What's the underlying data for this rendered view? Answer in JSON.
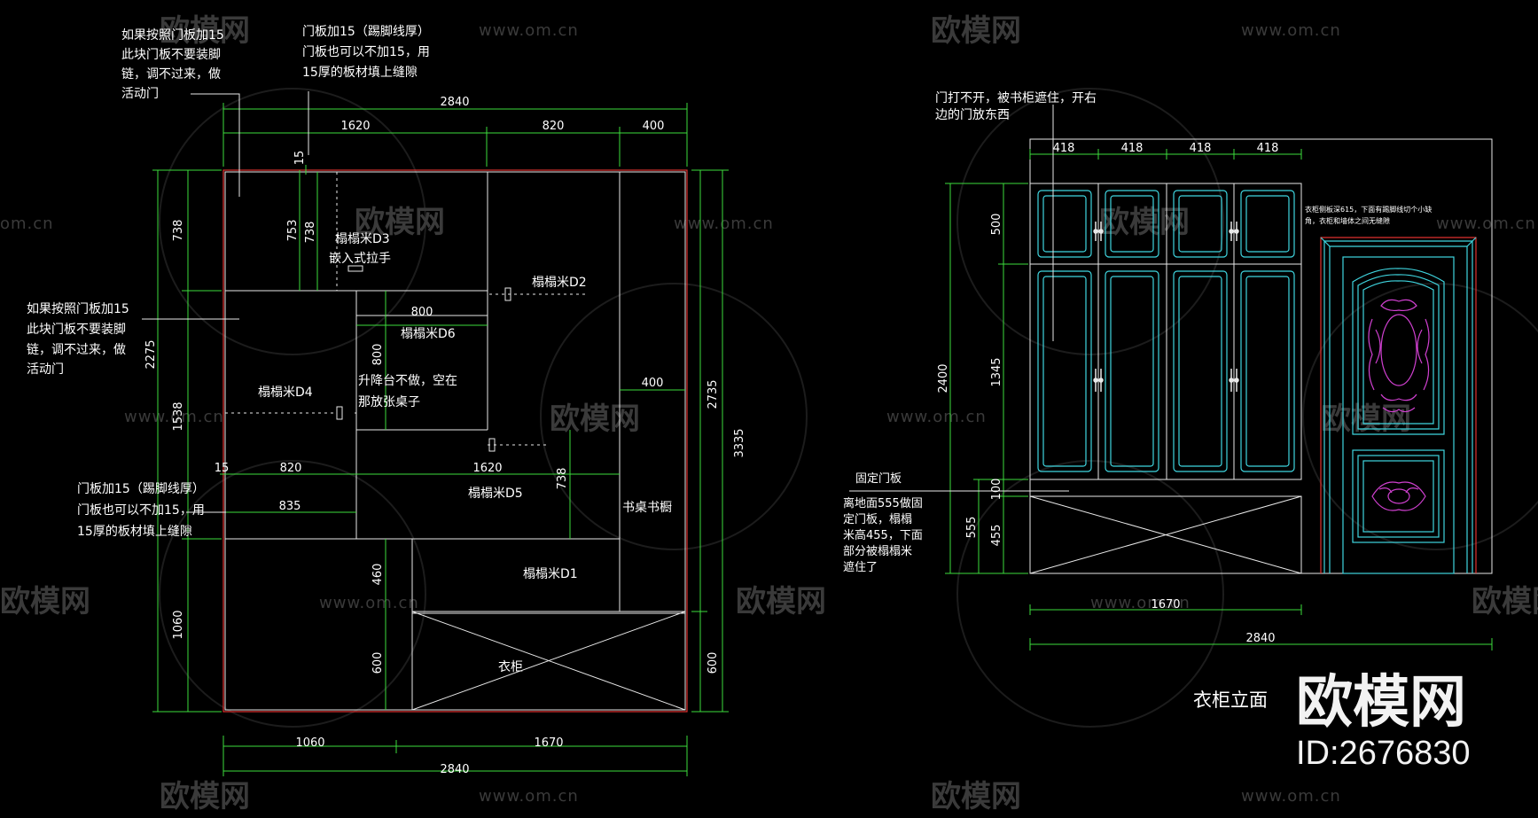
{
  "left_elevation": {
    "dims": {
      "top_total": "2840",
      "top_a": "1620",
      "top_b": "820",
      "top_c": "400",
      "bottom_a": "1060",
      "bottom_b": "1670",
      "bottom_total": "2840",
      "left_738": "738",
      "left_2275": "2275",
      "left_1538": "1538",
      "left_1060": "1060",
      "right_2735": "2735",
      "right_3335": "3335",
      "right_600": "600",
      "d15_top": "15",
      "d753": "753",
      "d738b": "738",
      "d800h": "800",
      "d800v": "800",
      "d400": "400",
      "d15_left": "15",
      "d820": "820",
      "d1620": "1620",
      "d738c": "738",
      "d835": "835",
      "d460": "460",
      "d600": "600"
    },
    "labels": {
      "d3": "榻榻米D3",
      "pull": "嵌入式拉手",
      "d2": "榻榻米D2",
      "d6": "榻榻米D6",
      "lift1": "升降台不做，空在",
      "lift2": "那放张桌子",
      "d4": "榻榻米D4",
      "d5": "榻榻米D5",
      "desk": "书桌书橱",
      "d1": "榻榻米D1",
      "wardrobe": "衣柜"
    },
    "notes": {
      "n1": [
        "如果按照门板加15",
        "此块门板不要装脚",
        "链，调不过来，做",
        "活动门"
      ],
      "n2": [
        "门板加15（踢脚线厚）",
        "门板也可以不加15，用",
        "15厚的板材填上缝隙"
      ],
      "n3": [
        "如果按照门板加15",
        "此块门板不要装脚",
        "链，调不过来，做",
        "活动门"
      ],
      "n4": [
        "门板加15（踢脚线厚）",
        "门板也可以不加15，用",
        "15厚的板材填上缝隙"
      ]
    }
  },
  "right_elevation": {
    "dims": {
      "top_1": "418",
      "top_2": "418",
      "top_3": "418",
      "top_4": "418",
      "v500": "500",
      "v2400": "2400",
      "v1345": "1345",
      "v100": "100",
      "v555": "555",
      "v455": "455",
      "bottom_1670": "1670",
      "bottom_2840": "2840"
    },
    "notes": {
      "top": [
        "门打不开，被书柜遮住，开右",
        "边的门放东西"
      ],
      "fixed_title": "固定门板",
      "fixed": [
        "离地面555做固",
        "定门板，榻榻",
        "米高455，下面",
        "部分被榻榻米",
        "遮住了"
      ],
      "side": [
        "衣柜侧板深615，下面有踢脚线切个小缺",
        "角，衣柜和墙体之间无缝隙"
      ]
    },
    "caption": "衣柜立面"
  },
  "watermark": {
    "brand": "欧模网",
    "url": "www.om.cn",
    "url_short": "om.cn"
  },
  "brand_block": {
    "name": "欧模网",
    "id": "ID:2676830"
  },
  "colors": {
    "dimension": "#3ddc3d",
    "line": "#e8e8e8",
    "outline": "#e0312f",
    "door": "#3fd6e0",
    "carving": "#d040d0"
  }
}
